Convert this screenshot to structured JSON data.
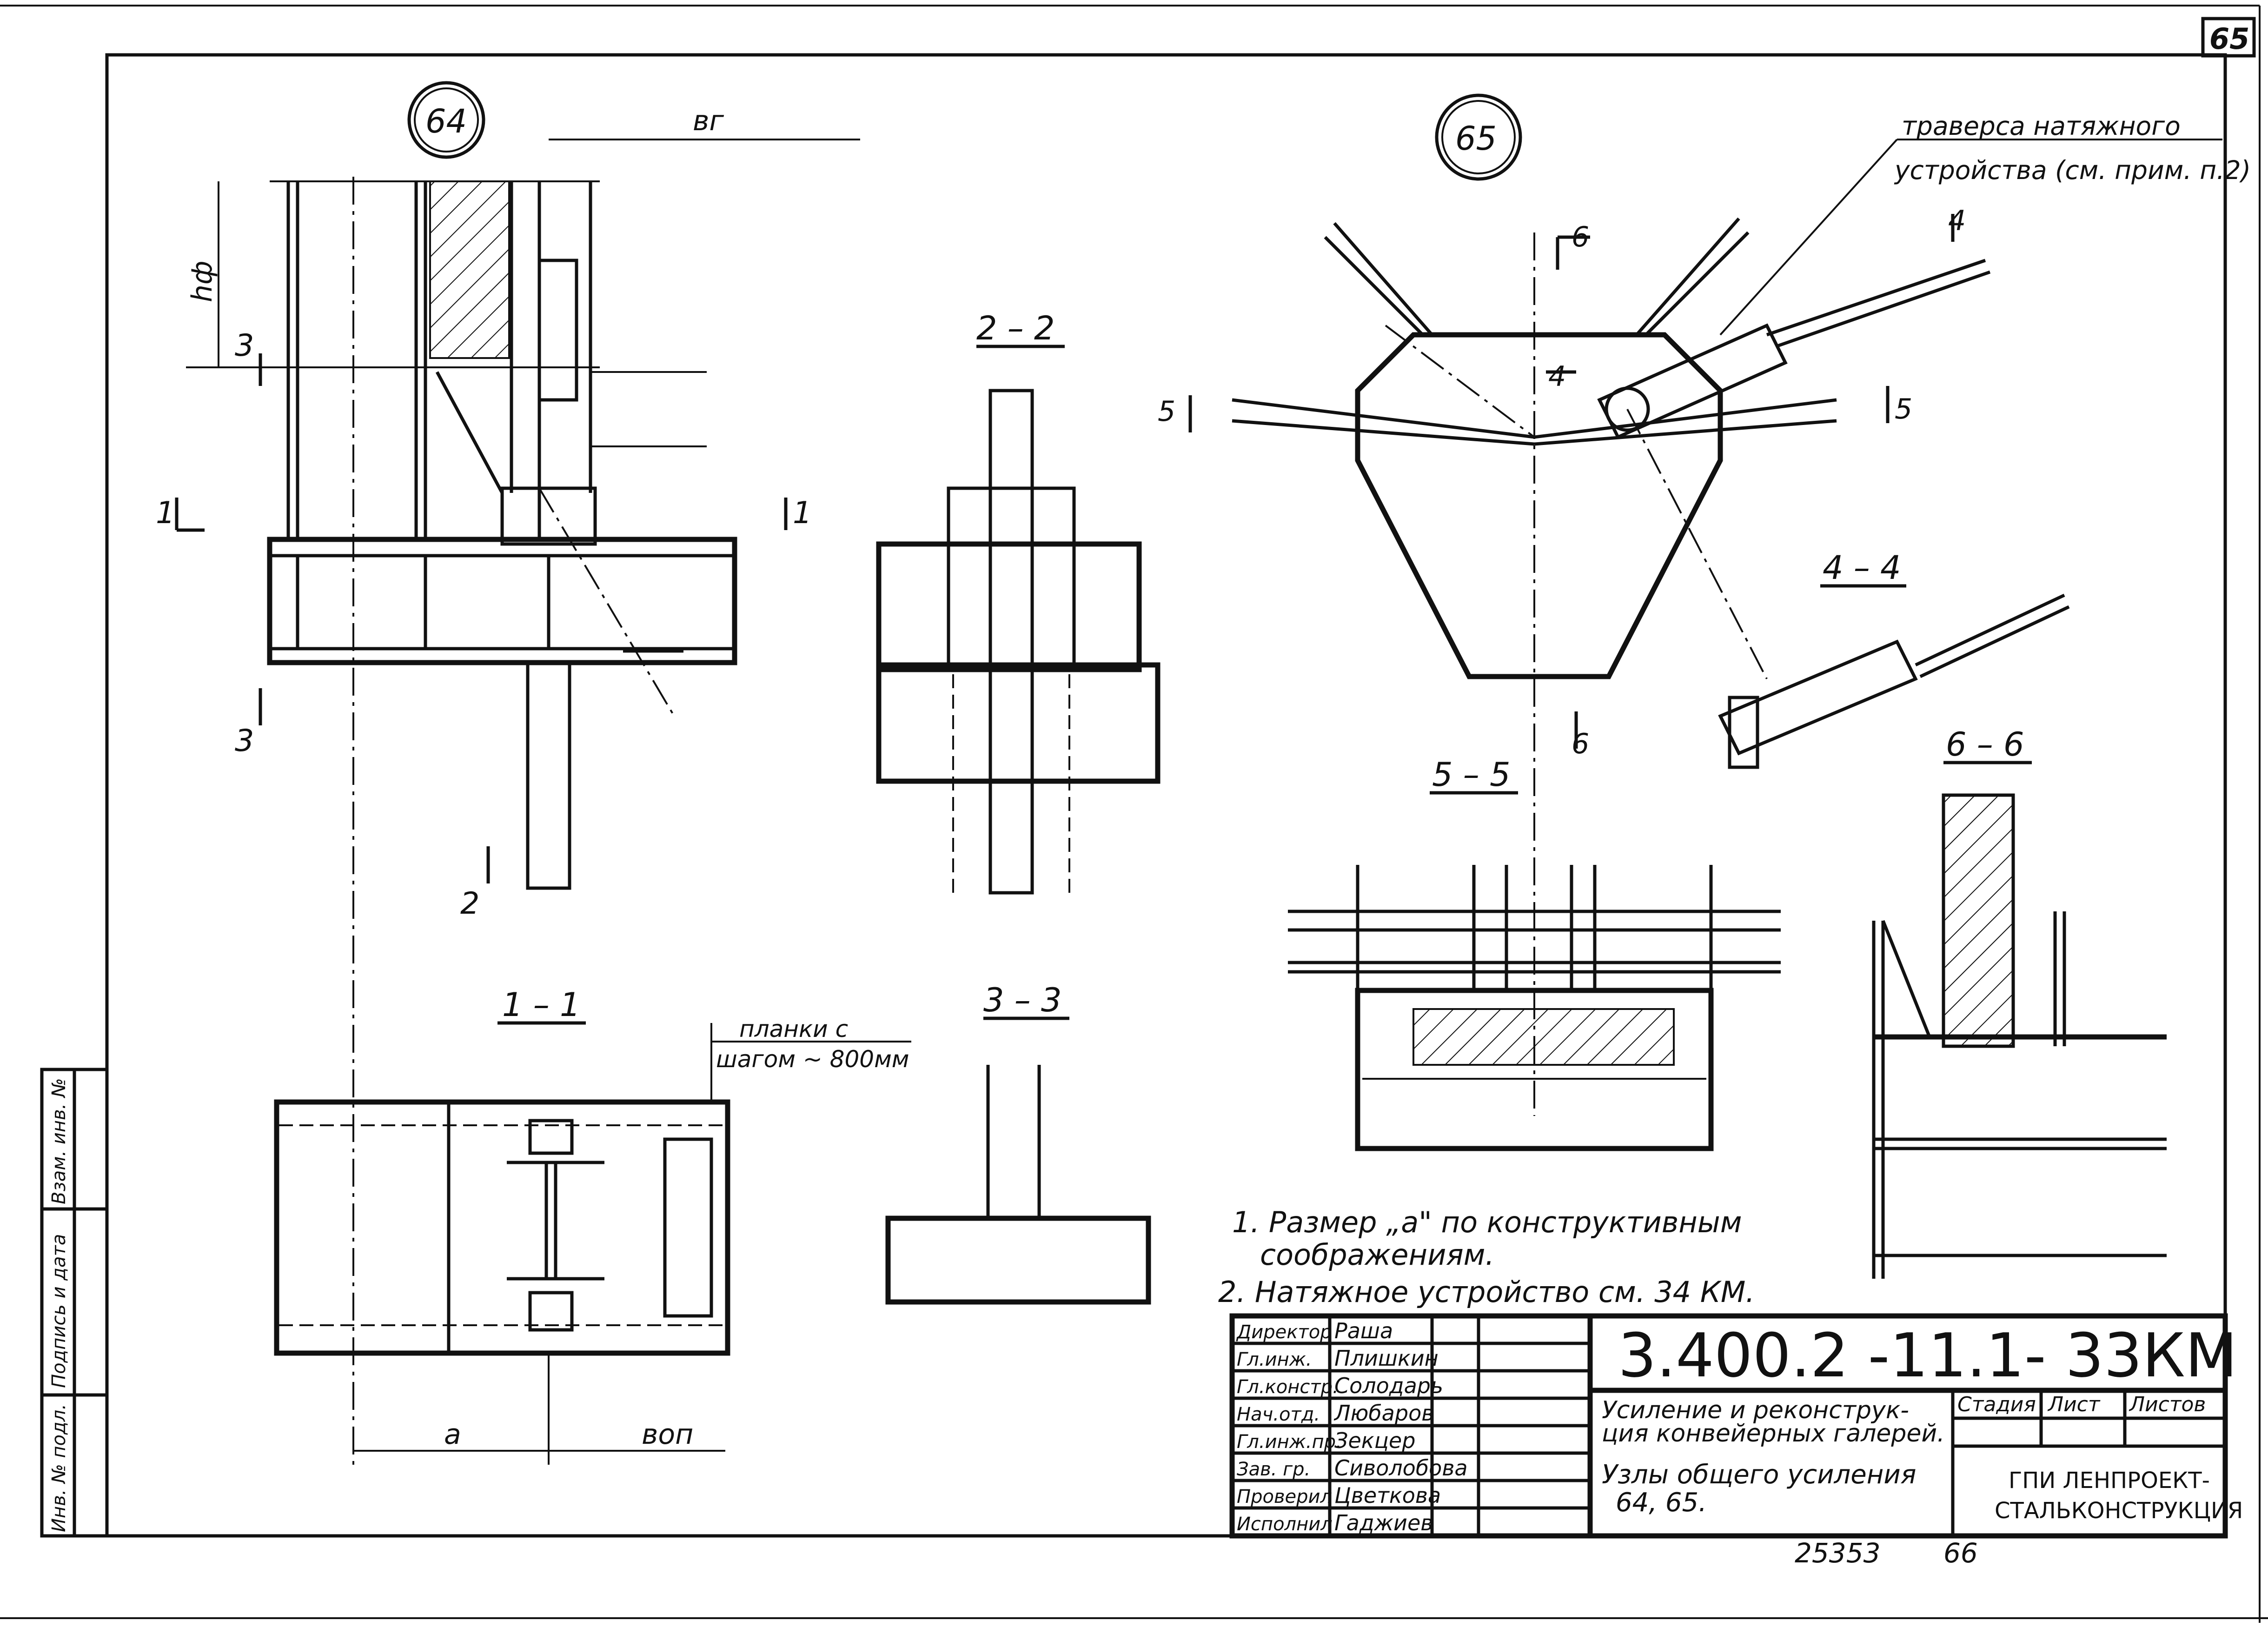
{
  "sheet_number": "65",
  "nodes": {
    "node_64": "64",
    "node_65": "65"
  },
  "sections": {
    "s2": "2 – 2",
    "s3": "3 – 3",
    "s1": "1 – 1",
    "s4": "4 – 4",
    "s5": "5 – 5",
    "s6": "6 – 6"
  },
  "cut_marks": {
    "m3": "3",
    "m1": "1",
    "m2": "2",
    "m4": "4",
    "m5": "5",
    "m6": "6"
  },
  "dimensions": {
    "b_g": "вг",
    "h_f": "hф",
    "a": "a",
    "b_op": "воп"
  },
  "callouts": {
    "traverse": "траверса натяжного",
    "traverse2": "устройства (см. прим. п.2)",
    "planks": "планки с",
    "planks2": "шагом ~ 800мм"
  },
  "notes": [
    "1. Размер „a\" по конструктивным",
    "соображениям.",
    "2. Натяжное устройство  см. 34 КМ."
  ],
  "title_block": {
    "code": "3.400.2 -11.1- 33КМ",
    "description": [
      "Усиление и реконструк-",
      "ция конвейерных галерей."
    ],
    "drawing_title": [
      "Узлы общего усиления",
      "64, 65."
    ],
    "stage_label": "Стадия",
    "sheet_label": "Лист",
    "sheets_label": "Листов",
    "organization": [
      "ГПИ ЛЕНПРОЕКТ-",
      "СТАЛЬКОНСТРУКЦИЯ"
    ],
    "staff": [
      {
        "role": "Директор",
        "name": "Раша"
      },
      {
        "role": "Гл.инж.",
        "name": "Плишкин"
      },
      {
        "role": "Гл.констр.",
        "name": "Солодарь"
      },
      {
        "role": "Нач.отд.",
        "name": "Любаров"
      },
      {
        "role": "Гл.инж.пр.",
        "name": "Зекцер"
      },
      {
        "role": "Зав. гр.",
        "name": "Сиволобова"
      },
      {
        "role": "Проверил",
        "name": "Цветкова"
      },
      {
        "role": "Исполнил",
        "name": "Гаджиев"
      }
    ]
  },
  "side_stamp": [
    "Инв. № подл.",
    "Подпись и дата",
    "Взам. инв. №"
  ],
  "bottom_numbers": {
    "archive": "25353",
    "page": "66"
  }
}
